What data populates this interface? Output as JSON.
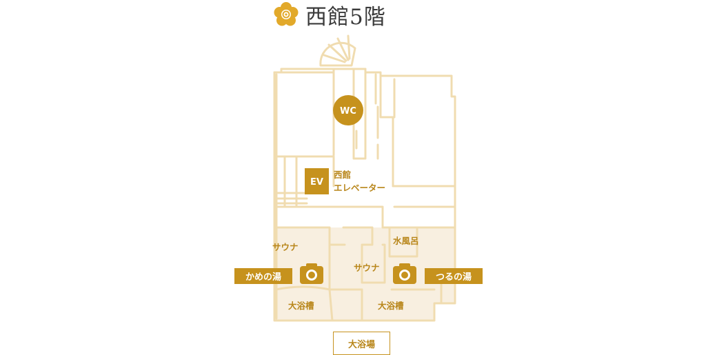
{
  "header": {
    "title": "西館5階",
    "logo_icon": "flower-crest-icon"
  },
  "colors": {
    "gold": "#c6921d",
    "wall": "#f0dcb0",
    "bath_fill": "#f8efe0",
    "title": "#3a3a3a"
  },
  "map": {
    "wc_label": "WC",
    "ev_label": "EV",
    "elevator_name_line1": "西館",
    "elevator_name_line2": "エレベーター",
    "sauna_left": "サウナ",
    "sauna_center": "サウナ",
    "cold_bath": "水風呂",
    "bathtub_left": "大浴槽",
    "bathtub_right": "大浴槽"
  },
  "buttons": {
    "kame_no_yu": "かめの湯",
    "tsuru_no_yu": "つるの湯",
    "camera_icon": "camera-icon"
  },
  "legend": {
    "large_bath": "大浴場"
  }
}
